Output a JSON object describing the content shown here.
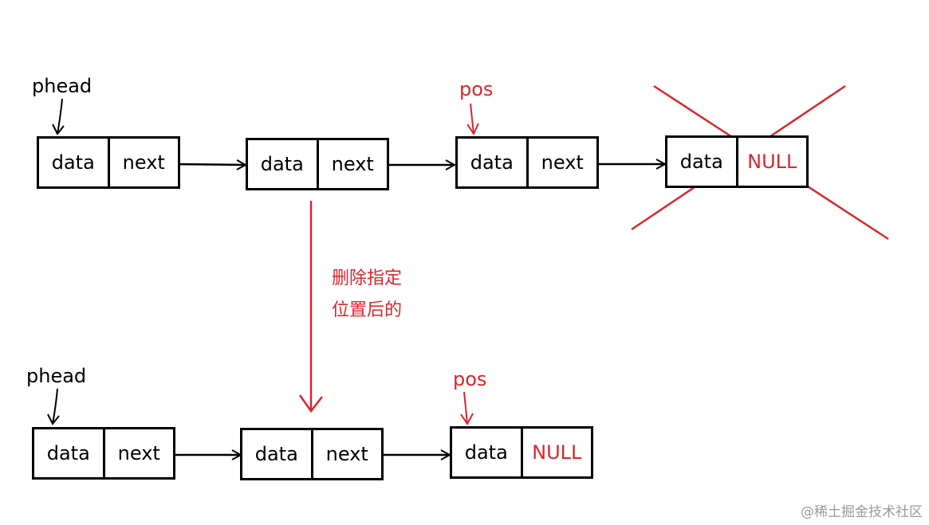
{
  "top_list": {
    "head_label": "phead",
    "pos_label": "pos",
    "nodes": [
      {
        "data": "data",
        "next": "next"
      },
      {
        "data": "data",
        "next": "next"
      },
      {
        "data": "data",
        "next": "next"
      },
      {
        "data": "data",
        "next": "NULL"
      }
    ]
  },
  "caption": {
    "line1": "删除指定",
    "line2": "位置后的"
  },
  "bottom_list": {
    "head_label": "phead",
    "pos_label": "pos",
    "nodes": [
      {
        "data": "data",
        "next": "next"
      },
      {
        "data": "data",
        "next": "next"
      },
      {
        "data": "data",
        "next": "NULL"
      }
    ]
  },
  "watermark": "@稀土掘金技术社区",
  "colors": {
    "highlight": "#d9262b",
    "line": "#000000"
  }
}
